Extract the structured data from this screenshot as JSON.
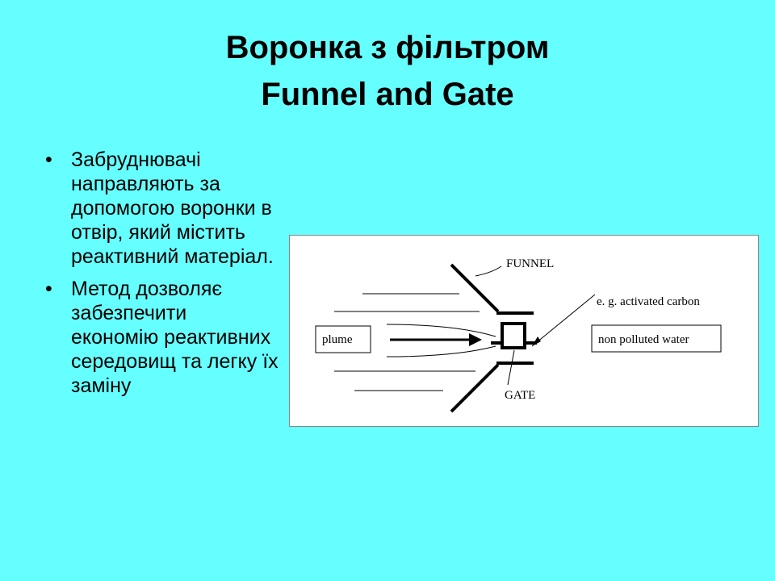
{
  "title": {
    "line1": "Воронка з фільтром",
    "line2": "Funnel and Gate"
  },
  "bullets": [
    {
      "marker": "•",
      "text": "Забруднювачі направляють за допомогою воронки в отвір, який містить реактивний матеріал."
    },
    {
      "marker": "•",
      "text": "Метод дозволяє забезпечити економію реактивних середовищ та легку їх заміну"
    }
  ],
  "diagram": {
    "labels": {
      "funnel": "FUNNEL",
      "carbon": "e. g. activated carbon",
      "plume": "plume",
      "non_polluted": "non polluted water",
      "gate": "GATE"
    }
  }
}
